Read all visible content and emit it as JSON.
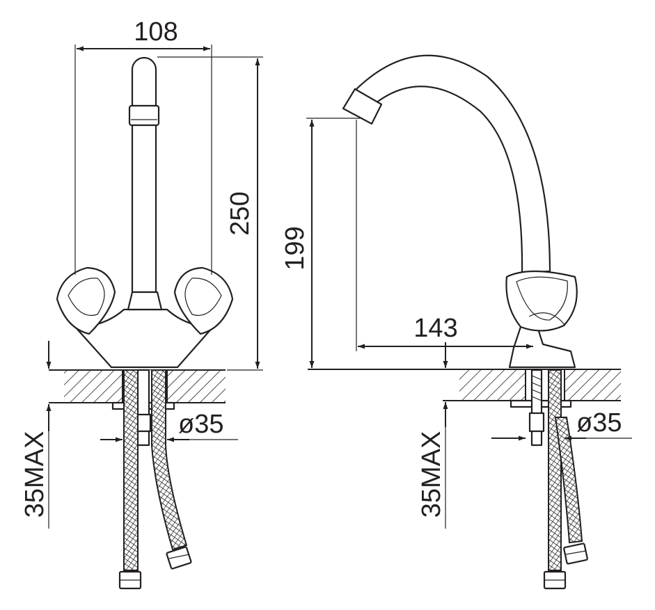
{
  "front_view": {
    "width_label": "108",
    "height_label": "250",
    "hole_label": "ø35",
    "counter_label": "35MAX"
  },
  "side_view": {
    "spout_height_label": "199",
    "reach_label": "143",
    "hole_label": "ø35",
    "counter_label": "35MAX"
  }
}
